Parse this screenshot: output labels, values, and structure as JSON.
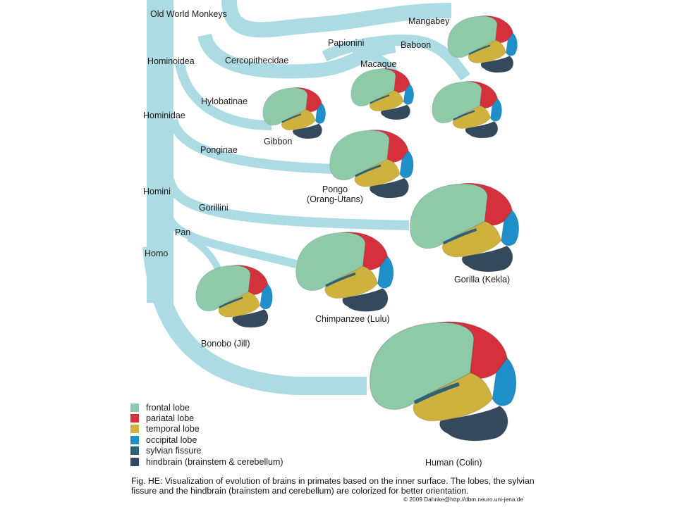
{
  "labels": {
    "old_world_monkeys": "Old World Monkeys",
    "hominoidea": "Hominoidea",
    "cercopithecidae": "Cercopithecidae",
    "papionini": "Papionini",
    "mangabey": "Mangabey",
    "baboon": "Baboon",
    "macaque": "Macaque",
    "hylobatinae": "Hylobatinae",
    "gibbon": "Gibbon",
    "hominidae": "Hominidae",
    "ponginae": "Ponginae",
    "pongo": "Pongo",
    "pongo_sub": "(Orang-Utans)",
    "homini": "Homini",
    "gorillini": "Gorillini",
    "pan": "Pan",
    "homo": "Homo",
    "gorilla": "Gorilla (Kekla)",
    "chimpanzee": "Chimpanzee (Lulu)",
    "bonobo": "Bonobo (Jill)",
    "human": "Human (Colin)"
  },
  "legend": [
    {
      "label": "frontal lobe",
      "color": "#8ec9a8"
    },
    {
      "label": "pariatal lobe",
      "color": "#d5313d"
    },
    {
      "label": "temporal lobe",
      "color": "#cfb23e"
    },
    {
      "label": "occipital lobe",
      "color": "#1f8fc9"
    },
    {
      "label": "sylvian fissure",
      "color": "#2d6178"
    },
    {
      "label": "hindbrain (brainstem & cerebellum)",
      "color": "#34495c"
    }
  ],
  "caption": "Fig. HE: Visualization of evolution of brains in primates based on the inner surface. The lobes, the sylvian fissure and the hindbrain (brainstem and cerebellum) are colorized for better orientation.",
  "credit": "© 2009 Dahnke@http://dbm.neuro.uni-jena.de",
  "colors": {
    "branch": "#acdbe3",
    "frontal": "#8ec9a8",
    "parietal": "#d5313d",
    "temporal": "#cfb23e",
    "occipital": "#1f8fc9",
    "sylvian": "#2d6178",
    "hindbrain": "#34495c"
  }
}
